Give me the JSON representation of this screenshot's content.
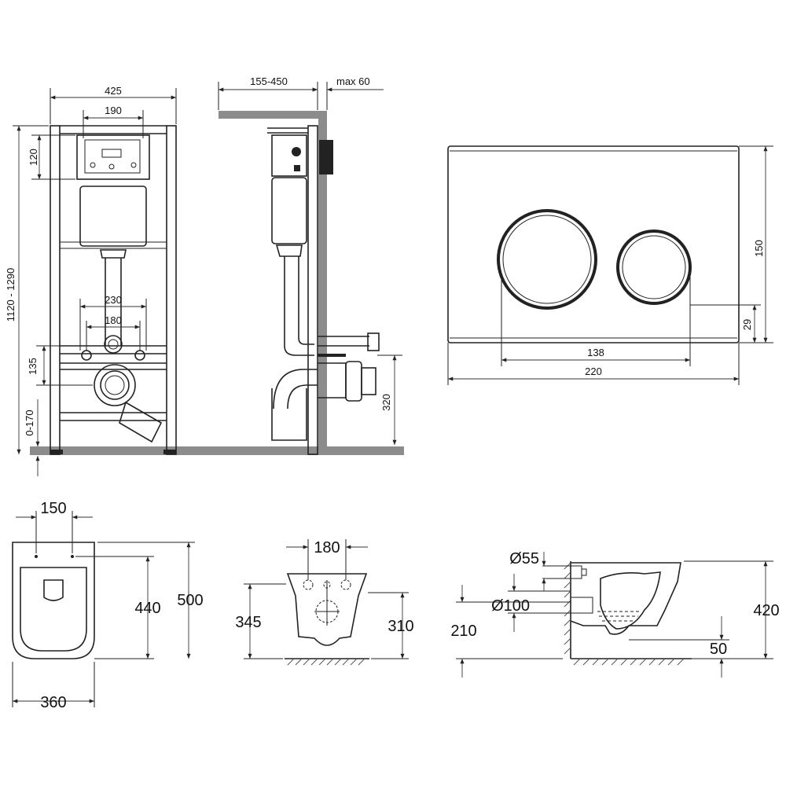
{
  "frame_view": {
    "width": "425",
    "plate_width": "190",
    "plate_height": "120",
    "height_range": "1120 - 1290",
    "spacing_outer": "230",
    "spacing_inner": "180",
    "outlet_height": "135",
    "foot_range": "0-170"
  },
  "side_view": {
    "wall_range": "155-450",
    "max_depth": "max 60",
    "outlet_height": "320"
  },
  "flush_plate": {
    "height": "150",
    "offset": "29",
    "buttons_span": "138",
    "width": "220"
  },
  "bowl_top": {
    "hole_spacing": "150",
    "seat_length": "440",
    "length": "500",
    "width": "360"
  },
  "bowl_front": {
    "stud_spacing": "180",
    "height_outer": "345",
    "height_inner": "310"
  },
  "bowl_side": {
    "inlet_diameter": "Ø55",
    "outlet_diameter": "Ø100",
    "outlet_height": "210",
    "height": "420",
    "water_depth": "50"
  }
}
